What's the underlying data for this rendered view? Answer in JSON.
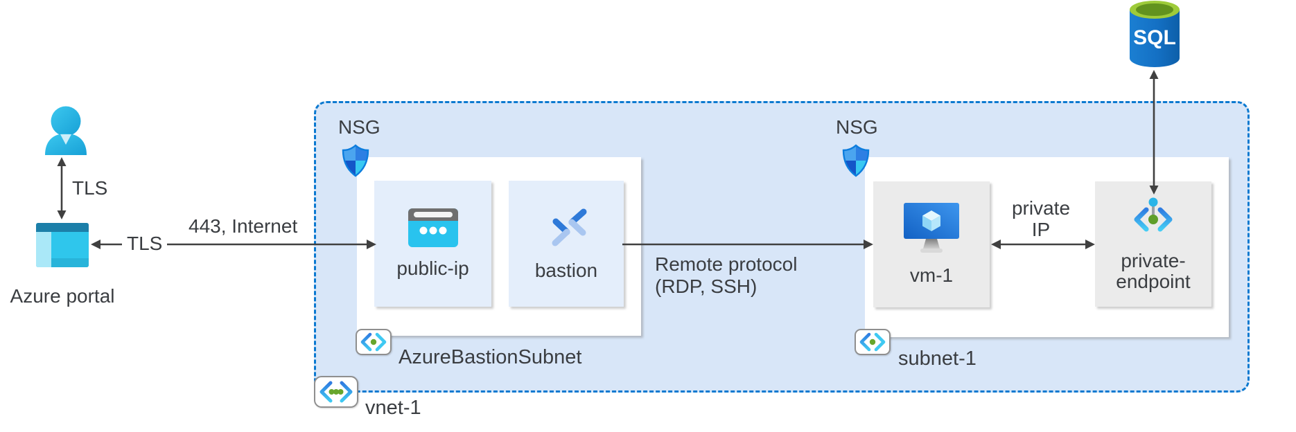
{
  "nodes": {
    "azure_portal": {
      "label": "Azure portal"
    },
    "public_ip": {
      "label": "public-ip"
    },
    "bastion": {
      "label": "bastion"
    },
    "vm": {
      "label": "vm-1"
    },
    "private_endpoint": {
      "label_line1": "private-",
      "label_line2": "endpoint"
    },
    "sql": {
      "label": "SQL"
    }
  },
  "groups": {
    "vnet": {
      "label": "vnet-1"
    },
    "azure_bastion_subnet": {
      "label": "AzureBastionSubnet"
    },
    "subnet_1": {
      "label": "subnet-1"
    }
  },
  "nsg": {
    "label_1": "NSG",
    "label_2": "NSG"
  },
  "edges": {
    "user_to_portal": {
      "label": "TLS"
    },
    "portal_to_public_ip": {
      "inline_label": "TLS",
      "above_label": "443, Internet"
    },
    "bastion_to_vm": {
      "label_line1": "Remote protocol",
      "label_line2": "(RDP, SSH)"
    },
    "vm_to_private_endpoint": {
      "label_line1": "private",
      "label_line2": "IP"
    }
  },
  "icons": {
    "user": "person-icon",
    "portal": "azure-portal-icon",
    "nsg": "shield-icon",
    "public_ip": "public-ip-browser-icon",
    "bastion": "bastion-icon",
    "vm": "virtual-machine-icon",
    "private_endpoint": "private-endpoint-icon",
    "subnet": "subnet-icon",
    "vnet": "virtual-network-icon",
    "sql": "sql-database-icon"
  },
  "colors": {
    "vnet_fill": "#d8e6f8",
    "vnet_border": "#0b79d0",
    "subnet_fill": "#ffffff",
    "service_box_blue": "#e4eefb",
    "service_box_gray": "#ebebeb",
    "arrow": "#404040",
    "text": "#3a3d41",
    "azure_blue": "#0078d4",
    "cyan_accent": "#29c3ee",
    "green_accent": "#67a62c"
  }
}
